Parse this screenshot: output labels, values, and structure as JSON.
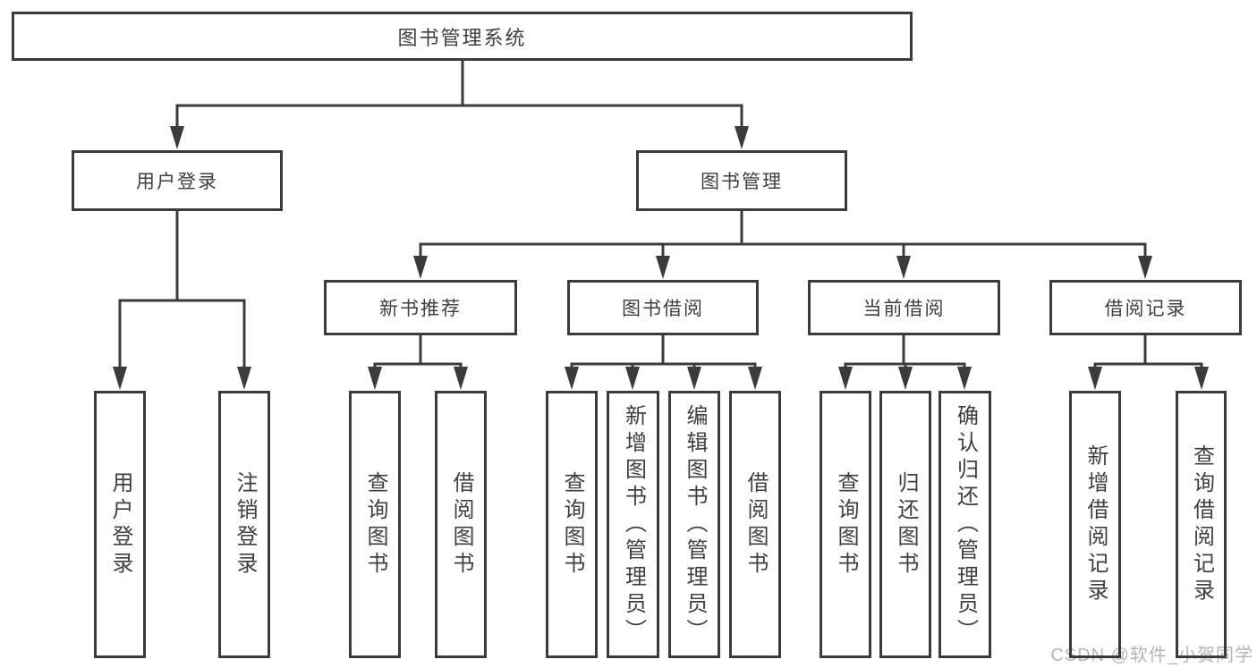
{
  "title": "图书管理系统",
  "branches": {
    "userLogin": {
      "label": "用户登录",
      "children": [
        "用户登录",
        "注销登录"
      ]
    },
    "bookManagement": {
      "label": "图书管理",
      "groups": [
        {
          "label": "新书推荐",
          "children": [
            "查询图书",
            "借阅图书"
          ]
        },
        {
          "label": "图书借阅",
          "children": [
            "查询图书",
            "新增图书（管理员）",
            "编辑图书（管理员）",
            "借阅图书"
          ]
        },
        {
          "label": "当前借阅",
          "children": [
            "查询图书",
            "归还图书",
            "确认归还（管理员）"
          ]
        },
        {
          "label": "借阅记录",
          "children": [
            "新增借阅记录",
            "查询借阅记录"
          ]
        }
      ]
    }
  },
  "watermark": "CSDN @软件_小贺同学",
  "colors": {
    "line": "#3b3b3b",
    "text": "#3f3f3f",
    "watermark": "#b5b5b5",
    "background": "#ffffff"
  }
}
